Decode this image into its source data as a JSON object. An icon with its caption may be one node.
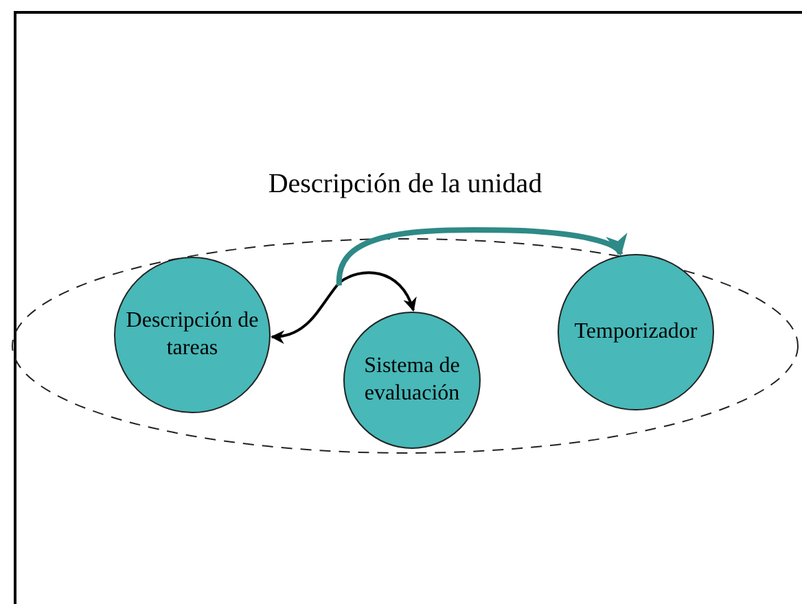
{
  "diagram": {
    "nodes": [
      {
        "text": [
          "Descripción de la unidad"
        ]
      },
      {
        "text": [
          "Descripción de tareas"
        ],
        "in": 0
      },
      {
        "text": [
          "Sistema de evaluación"
        ],
        "in": 0
      },
      {
        "text": [
          "Temporizador"
        ],
        "in": 0
      }
    ],
    "edges": [
      {
        "from": 1,
        "to": 2,
        "arrow": "both"
      },
      {
        "from": null,
        "to": 3,
        "arrow": "to",
        "style": "thick",
        "color": "#2e8a86"
      }
    ]
  }
}
